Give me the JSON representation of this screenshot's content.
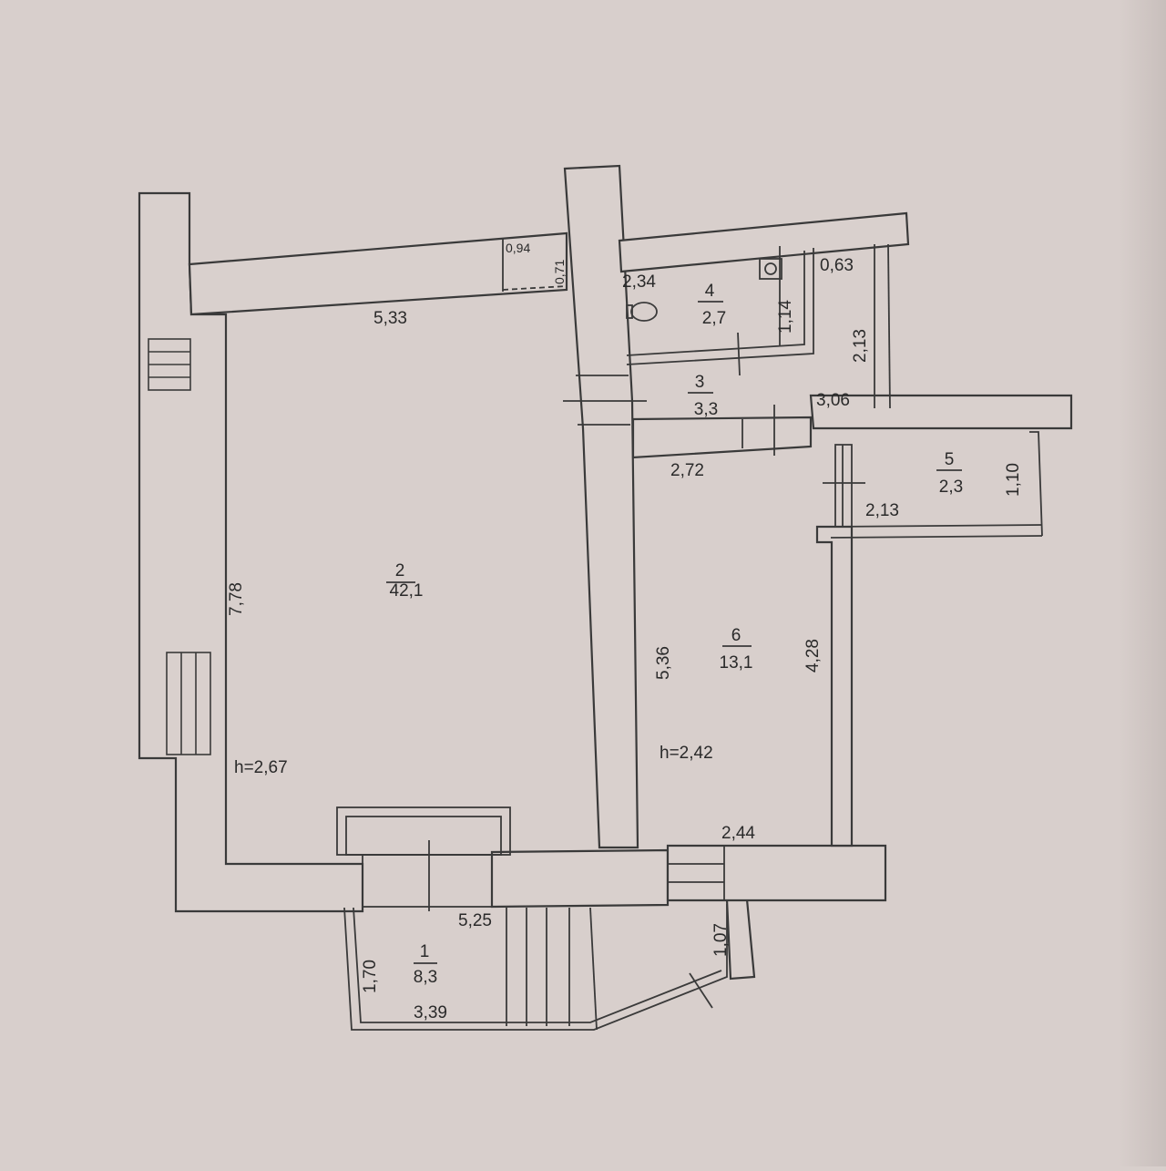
{
  "plan": {
    "rooms": [
      {
        "number": "1",
        "area": "8,3"
      },
      {
        "number": "2",
        "area": "42,1"
      },
      {
        "number": "3",
        "area": "3,3"
      },
      {
        "number": "4",
        "area": "2,7"
      },
      {
        "number": "5",
        "area": "2,3"
      },
      {
        "number": "6",
        "area": "13,1"
      }
    ],
    "dimensions": [
      "0,94",
      "0,71",
      "5,33",
      "2,34",
      "1,14",
      "0,63",
      "2,13",
      "3,06",
      "2,72",
      "2,13",
      "1,10",
      "7,78",
      "5,36",
      "4,28",
      "2,44",
      "5,25",
      "1,70",
      "3,39",
      "1,07"
    ],
    "heights": [
      "h=2,67",
      "h=2,42"
    ]
  },
  "colors": {
    "paper": "#d8cfcc",
    "line": "#3a3a3a",
    "text": "#2a2a2a"
  }
}
